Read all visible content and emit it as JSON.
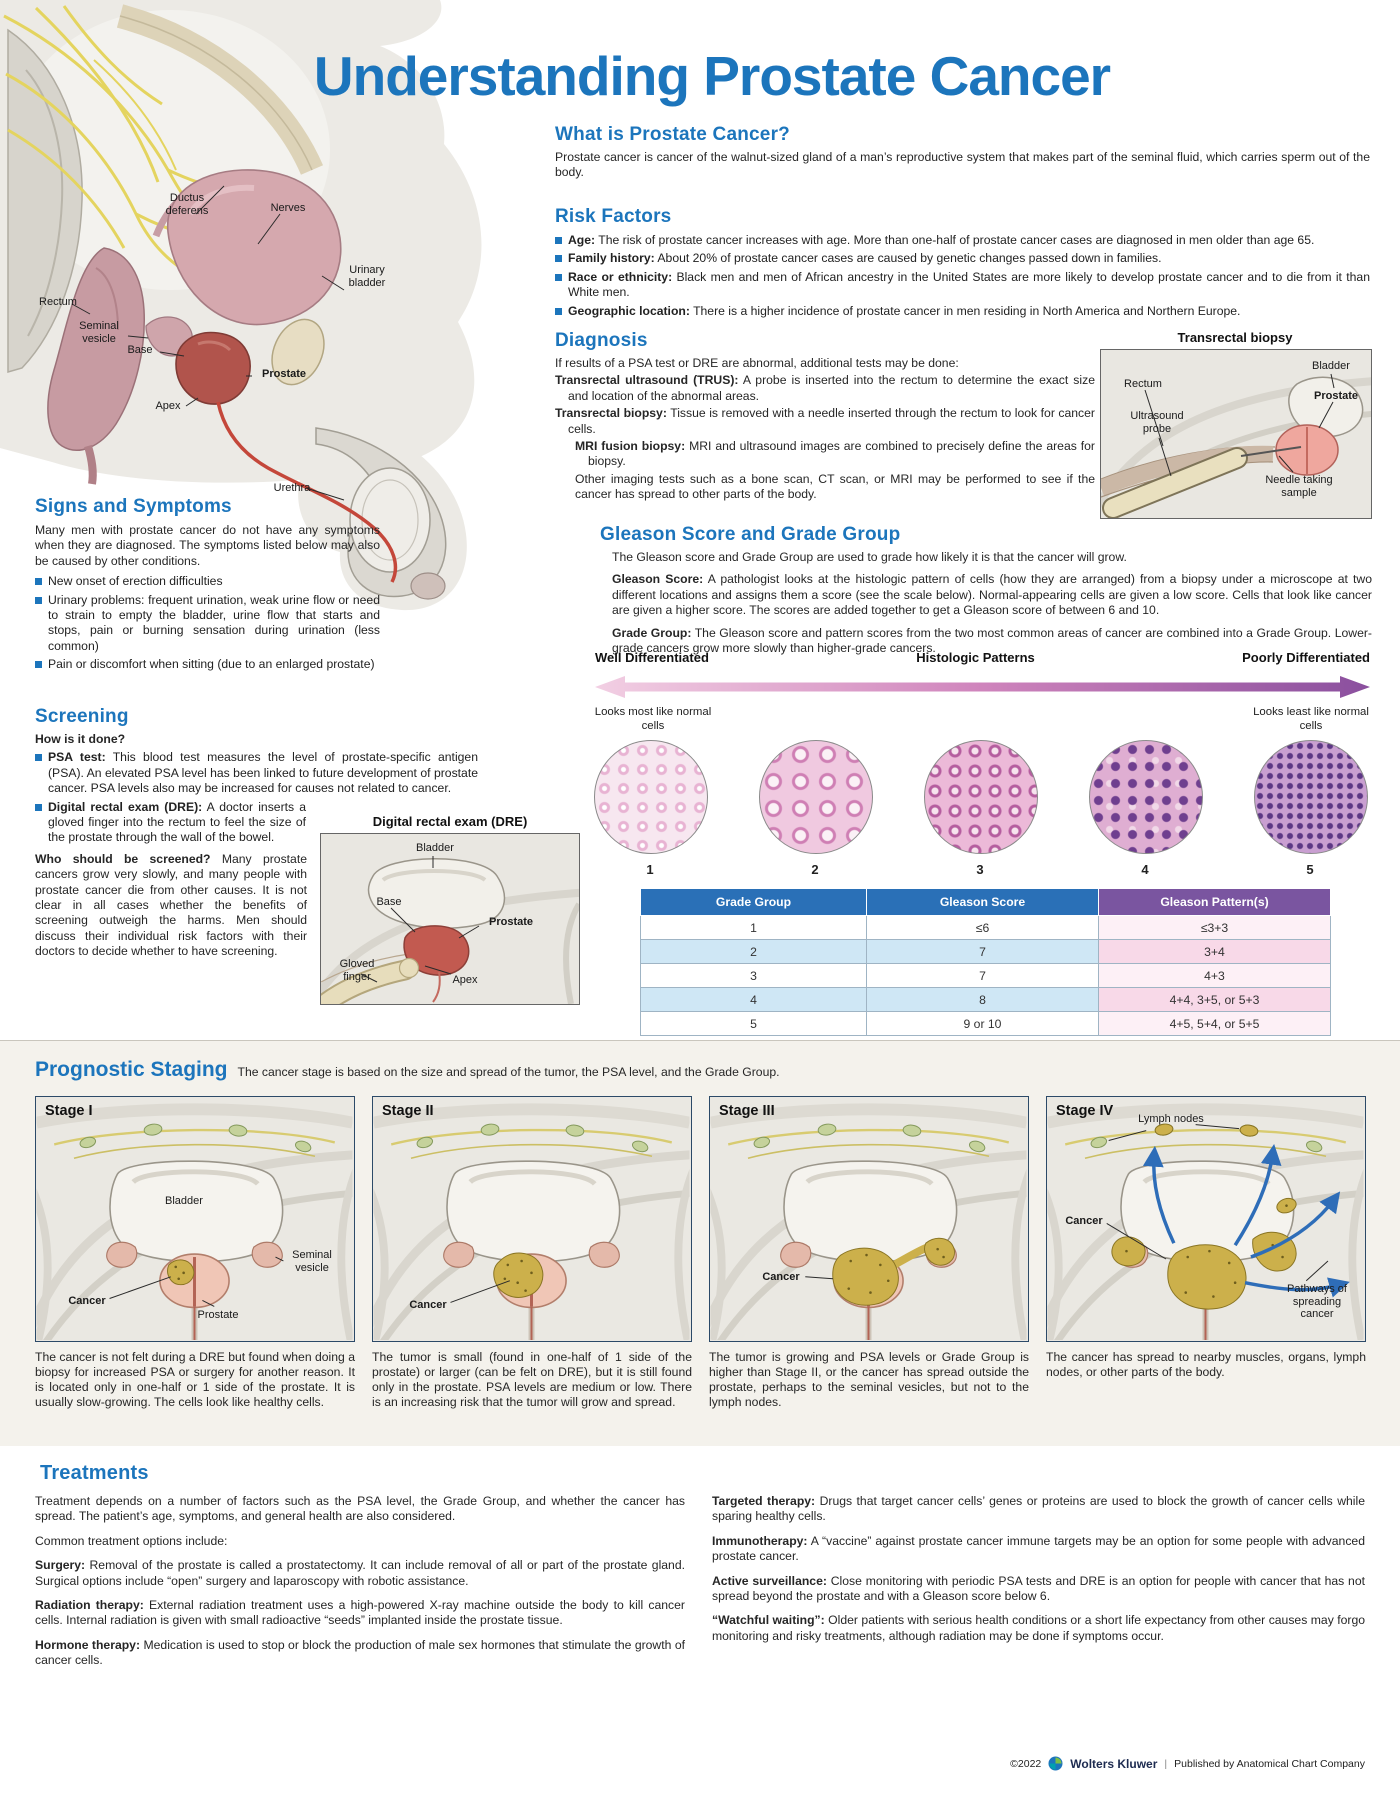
{
  "title": "Understanding Prostate Cancer",
  "anatomy_labels": {
    "ductus_deferens": "Ductus deferens",
    "nerves": "Nerves",
    "urinary_bladder": "Urinary bladder",
    "rectum": "Rectum",
    "seminal_vesicle": "Seminal vesicle",
    "base": "Base",
    "prostate": "Prostate",
    "apex": "Apex",
    "urethra": "Urethra"
  },
  "what_is": {
    "heading": "What is Prostate Cancer?",
    "body": "Prostate cancer is cancer of the walnut-sized gland of a man’s reproductive system that makes part of the seminal fluid, which carries sperm out of the body."
  },
  "risk_factors": {
    "heading": "Risk Factors",
    "items": [
      {
        "label": "Age:",
        "text": "The risk of prostate cancer increases with age. More than one-half of prostate cancer cases are diagnosed in men older than age 65."
      },
      {
        "label": "Family history:",
        "text": "About 20% of prostate cancer cases are caused by genetic changes passed down in families."
      },
      {
        "label": "Race or ethnicity:",
        "text": "Black men and men of African ancestry in the United States are more likely to develop prostate cancer and to die from it than White men."
      },
      {
        "label": "Geographic location:",
        "text": "There is a higher incidence of prostate cancer in men residing in North America and Northern Europe."
      }
    ]
  },
  "diagnosis": {
    "heading": "Diagnosis",
    "intro": "If results of a PSA test or DRE are abnormal, additional tests may be done:",
    "items": [
      {
        "label": "Transrectal ultrasound (TRUS):",
        "text": "A probe is inserted into the rectum to determine the exact size and location of the abnormal areas."
      },
      {
        "label": "Transrectal biopsy:",
        "text": "Tissue is removed with a needle inserted through the rectum to look for cancer cells."
      },
      {
        "label": "MRI fusion biopsy:",
        "text": "MRI and ultrasound images are combined to precisely define the areas for biopsy."
      }
    ],
    "note": "Other imaging tests such as a bone scan, CT scan, or MRI may be performed to see if the cancer has spread to other parts of the body."
  },
  "biopsy_figure": {
    "title": "Transrectal biopsy",
    "labels": {
      "bladder": "Bladder",
      "prostate": "Prostate",
      "rectum": "Rectum",
      "probe": "Ultrasound probe",
      "needle": "Needle taking sample"
    }
  },
  "gleason": {
    "heading": "Gleason Score and Grade Group",
    "intro": "The Gleason score and Grade Group are used to grade how likely it is that the cancer will grow.",
    "score_label": "Gleason Score:",
    "score_text": "A pathologist looks at the histologic pattern of cells (how they are arranged) from a biopsy under a microscope at two different locations and assigns them a score (see the scale below). Normal-appearing cells are given a low score. Cells that look like cancer are given a higher score. The scores are added together to get a Gleason score of between 6 and 10.",
    "group_label": "Grade Group:",
    "group_text": "The Gleason score and pattern scores from the two most common areas of cancer are combined into a Grade Group. Lower-grade cancers grow more slowly than higher-grade cancers.",
    "scale": {
      "left_label": "Well Differentiated",
      "center_label": "Histologic Patterns",
      "right_label": "Poorly Differentiated",
      "left_caption": "Looks most like normal cells",
      "right_caption": "Looks least like normal cells",
      "numbers": [
        "1",
        "2",
        "3",
        "4",
        "5"
      ]
    },
    "table": {
      "headers": [
        "Grade Group",
        "Gleason Score",
        "Gleason Pattern(s)"
      ],
      "rows": [
        [
          "1",
          "≤6",
          "≤3+3"
        ],
        [
          "2",
          "7",
          "3+4"
        ],
        [
          "3",
          "7",
          "4+3"
        ],
        [
          "4",
          "8",
          "4+4, 3+5, or 5+3"
        ],
        [
          "5",
          "9 or 10",
          "4+5, 5+4, or 5+5"
        ]
      ]
    }
  },
  "signs": {
    "heading": "Signs and Symptoms",
    "body": "Many men with prostate cancer do not have any symptoms when they are diagnosed. The symptoms listed below may also be caused by other conditions.",
    "bullets": [
      "New onset of erection difficulties",
      "Urinary problems: frequent urination, weak urine flow or need to strain to empty the bladder, urine flow that starts and stops, pain or burning sensation during urination (less common)",
      "Pain or discomfort when sitting (due to an enlarged prostate)"
    ]
  },
  "screening": {
    "heading": "Screening",
    "how_label": "How is it done?",
    "items": [
      {
        "label": "PSA test:",
        "text": "This blood test measures the level of prostate-specific antigen (PSA). An elevated PSA level has been linked to future development of prostate cancer. PSA levels also may be increased for causes not related to cancer."
      },
      {
        "label": "Digital rectal exam (DRE):",
        "text": "A doctor inserts a gloved finger into the rectum to feel the size of the prostate through the wall of the bowel."
      }
    ],
    "who_label": "Who should be screened?",
    "who_text": "Many prostate cancers grow very slowly, and many people with prostate cancer die from other causes. It is not clear in all cases whether the benefits of screening outweigh the harms. Men should discuss their individual risk factors with their doctors to decide whether to have screening."
  },
  "dre_figure": {
    "title": "Digital rectal exam (DRE)",
    "labels": {
      "bladder": "Bladder",
      "base": "Base",
      "prostate": "Prostate",
      "apex": "Apex",
      "finger": "Gloved finger"
    }
  },
  "staging": {
    "heading": "Prognostic Staging",
    "intro": "The cancer stage is based on the size and spread of the tumor, the PSA level, and the Grade Group.",
    "stages": [
      {
        "name": "Stage I",
        "labels": {
          "bladder": "Bladder",
          "cancer": "Cancer",
          "prostate": "Prostate",
          "seminal_vesicle": "Seminal vesicle"
        },
        "caption": "The cancer is not felt during a DRE but found when doing a biopsy for increased PSA or surgery for another reason. It is located only in one-half or 1 side of the prostate. It is usually slow-growing. The cells look like healthy cells."
      },
      {
        "name": "Stage II",
        "labels": {
          "cancer": "Cancer"
        },
        "caption": "The tumor is small (found in one-half of 1 side of the prostate) or larger (can be felt on DRE), but it is still found only in the prostate. PSA levels are medium or low. There is an increasing risk that the tumor will grow and spread."
      },
      {
        "name": "Stage III",
        "labels": {
          "cancer": "Cancer"
        },
        "caption": "The tumor is growing and PSA levels or Grade Group is higher than Stage II, or the cancer has spread outside the prostate, perhaps to the seminal vesicles, but not to the lymph nodes."
      },
      {
        "name": "Stage IV",
        "labels": {
          "lymph": "Lymph nodes",
          "cancer": "Cancer",
          "pathways": "Pathways of spreading cancer"
        },
        "caption": "The cancer has spread to nearby muscles, organs, lymph nodes, or other parts of the body."
      }
    ]
  },
  "treatments": {
    "heading": "Treatments",
    "intro": "Treatment depends on a number of factors such as the PSA level, the Grade Group, and whether the cancer has spread. The patient’s age, symptoms, and general health are also considered.",
    "common": "Common treatment options include:",
    "left": [
      {
        "label": "Surgery:",
        "text": "Removal of the prostate is called a prostatectomy. It can include removal of all or part of the prostate gland. Surgical options include “open” surgery and laparoscopy with robotic assistance."
      },
      {
        "label": "Radiation therapy:",
        "text": "External radiation treatment uses a high-powered X-ray machine outside the body to kill cancer cells. Internal radiation is given with small radioactive “seeds” implanted inside the prostate tissue."
      },
      {
        "label": "Hormone therapy:",
        "text": "Medication is used to stop or block the production of male sex hormones that stimulate the growth of cancer cells."
      }
    ],
    "right": [
      {
        "label": "Targeted therapy:",
        "text": "Drugs that target cancer cells’ genes or proteins are used to block the growth of cancer cells while sparing healthy cells."
      },
      {
        "label": "Immunotherapy:",
        "text": "A “vaccine” against prostate cancer immune targets may be an option for some people with advanced prostate cancer."
      },
      {
        "label": "Active surveillance:",
        "text": "Close monitoring with periodic PSA tests and DRE is an option for people with cancer that has not spread beyond the prostate and with a Gleason score below 6."
      },
      {
        "label": "“Watchful waiting”:",
        "text": "Older patients with serious health conditions or a short life expectancy from other causes may forgo monitoring and risky treatments, although radiation may be done if symptoms occur."
      }
    ]
  },
  "footer": {
    "copyright": "©2022",
    "brand": "Wolters Kluwer",
    "published": "Published by Anatomical Chart Company"
  }
}
